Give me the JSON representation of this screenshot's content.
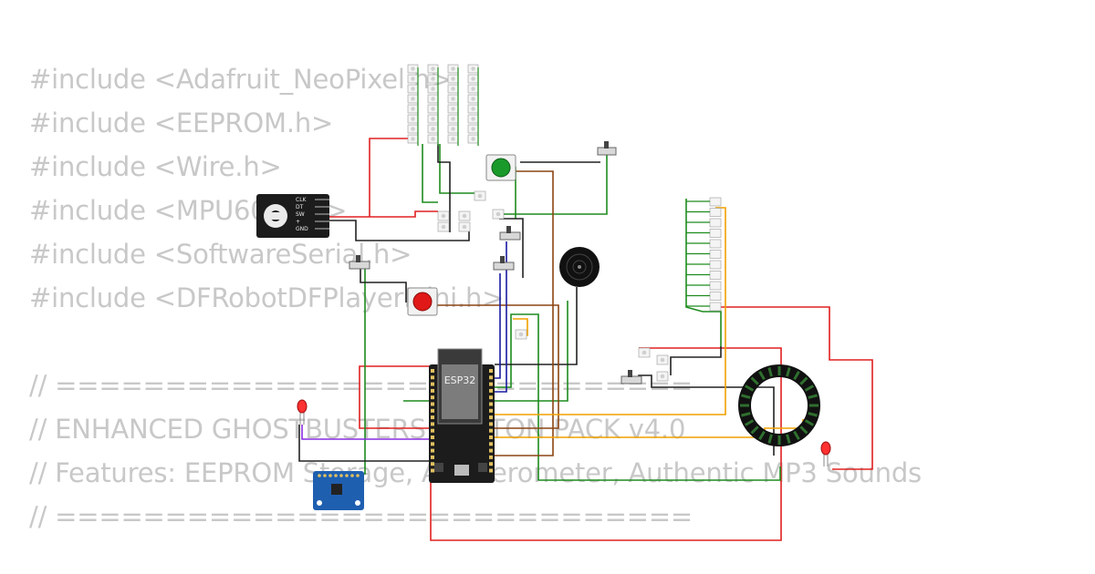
{
  "code": {
    "lines": [
      "#include <Adafruit_NeoPixel.h>",
      "#include <EEPROM.h>",
      "#include <Wire.h>",
      "#include <MPU6050.h>",
      "#include <SoftwareSerial.h>",
      "#include <DFRobotDFPlayerMini.h>",
      "",
      "// =============================",
      "// ENHANCED GHOSTBUSTERS PROTON PACK v4.0",
      "// Features: EEPROM Storage, Accelerometer, Authentic MP3 Sounds",
      "// ============================="
    ]
  },
  "components": {
    "mcu_label": "ESP32",
    "encoder_pins": [
      "CLK",
      "DT",
      "SW",
      "+",
      "GND"
    ]
  },
  "colors": {
    "code_text": "#c8c8c8",
    "wire_red": "#e02020",
    "wire_green": "#1e8c1e",
    "wire_black": "#222222",
    "wire_brown": "#8b4513",
    "wire_orange": "#f0a000",
    "wire_blue": "#1a1aa0",
    "wire_purple": "#8a2be2",
    "button_green": "#1a9a2a",
    "button_red": "#e01818",
    "mpu_board": "#1f5fb0"
  }
}
